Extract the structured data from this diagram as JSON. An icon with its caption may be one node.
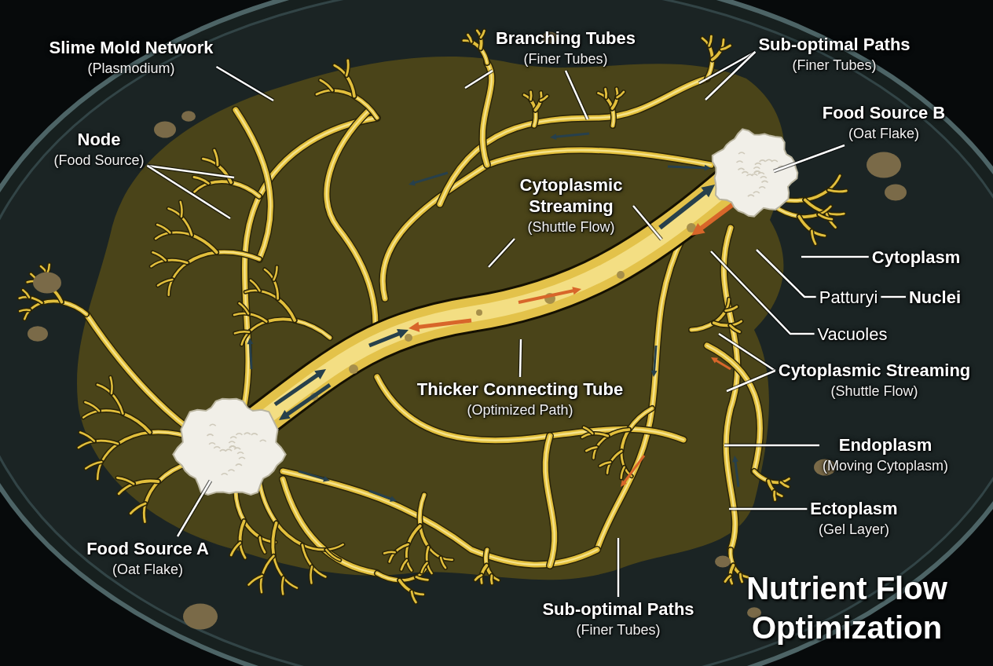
{
  "diagram": {
    "title": "Nutrient Flow Optimization",
    "nodes": [
      {
        "text": [
          "Slime Mold Network",
          "(Plasmodium)"
        ]
      },
      {
        "text": [
          "Node",
          "(Food Source)"
        ]
      },
      {
        "text": [
          "Branching Tubes",
          "(Finer Tubes)"
        ]
      },
      {
        "text": [
          "Sub-optimal Paths",
          "(Finer Tubes)"
        ]
      },
      {
        "text": [
          "Food Source B",
          "(Oat Flake)"
        ]
      },
      {
        "text": [
          "Cytoplasmic Streaming",
          "(Shuttle Flow)"
        ]
      },
      {
        "text": [
          "Cytoplasm"
        ]
      },
      {
        "text": [
          "Patturyi"
        ]
      },
      {
        "text": [
          "Nuclei"
        ]
      },
      {
        "text": [
          "Vacuoles"
        ]
      },
      {
        "text": [
          "Cytoplasmic Streaming",
          "(Shuttle Flow)"
        ]
      },
      {
        "text": [
          "Endoplasm",
          "(Moving Cytoplasm)"
        ]
      },
      {
        "text": [
          "Ectoplasm",
          "(Gel Layer)"
        ]
      },
      {
        "text": [
          "Thicker Connecting Tube",
          "(Optimized Path)"
        ]
      },
      {
        "text": [
          "Food Source A",
          "(Oat Flake)"
        ]
      },
      {
        "text": [
          "Sub-optimal Paths",
          "(Finer Tubes)"
        ]
      }
    ],
    "edges": [
      {
        "from": 0,
        "to": null,
        "arrow": "none"
      },
      {
        "from": 1,
        "to": null,
        "arrow": "none"
      },
      {
        "from": 1,
        "to": null,
        "arrow": "none"
      },
      {
        "from": 2,
        "to": null,
        "arrow": "none"
      },
      {
        "from": 2,
        "to": null,
        "arrow": "none"
      },
      {
        "from": 3,
        "to": null,
        "arrow": "none"
      },
      {
        "from": 3,
        "to": null,
        "arrow": "none"
      },
      {
        "from": 4,
        "to": null,
        "arrow": "none"
      },
      {
        "from": 5,
        "to": null,
        "arrow": "none"
      },
      {
        "from": 5,
        "to": null,
        "arrow": "none"
      },
      {
        "from": 6,
        "to": null,
        "arrow": "none"
      },
      {
        "from": 7,
        "to": null,
        "arrow": "none"
      },
      {
        "from": 7,
        "to": 8,
        "arrow": "none"
      },
      {
        "from": 9,
        "to": null,
        "arrow": "none"
      },
      {
        "from": 10,
        "to": null,
        "arrow": "none"
      },
      {
        "from": 10,
        "to": null,
        "arrow": "none"
      },
      {
        "from": 11,
        "to": null,
        "arrow": "none"
      },
      {
        "from": 12,
        "to": null,
        "arrow": "none"
      },
      {
        "from": 13,
        "to": null,
        "arrow": "none"
      },
      {
        "from": 14,
        "to": null,
        "arrow": "none"
      },
      {
        "from": 15,
        "to": null,
        "arrow": "none"
      }
    ]
  }
}
